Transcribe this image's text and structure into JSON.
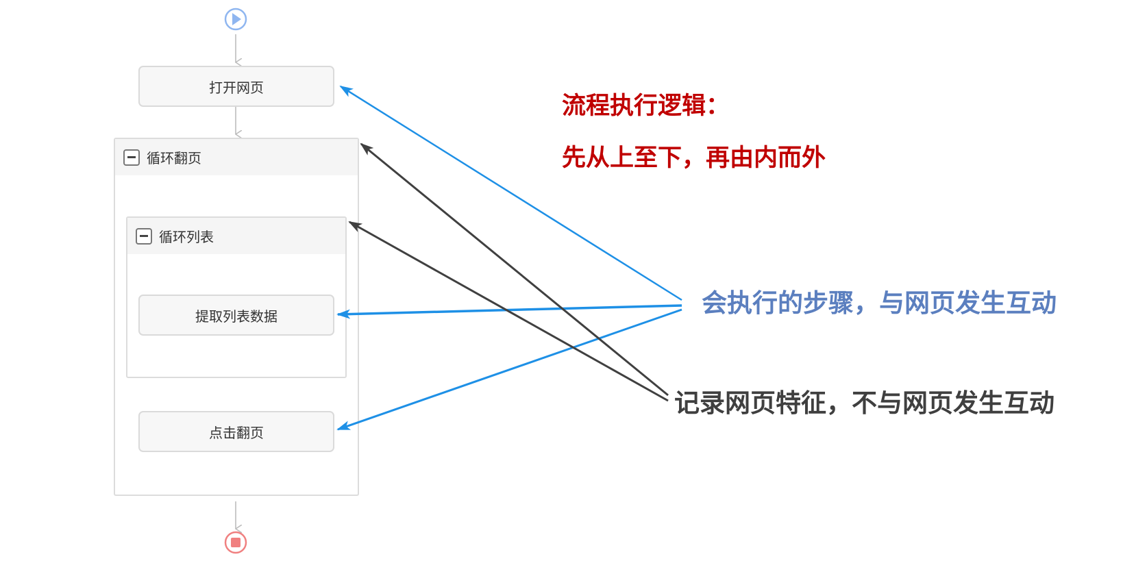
{
  "workflow": {
    "start_icon": "play-icon",
    "end_icon": "stop-icon",
    "steps": {
      "open_page": "打开网页",
      "loop_paging": "循环翻页",
      "loop_list": "循环列表",
      "extract_data": "提取列表数据",
      "click_next": "点击翻页"
    }
  },
  "annotations": {
    "logic_title": "流程执行逻辑：",
    "logic_desc": "先从上至下，再由内而外",
    "interactive_note": "会执行的步骤，与网页发生互动",
    "record_note": "记录网页特征，不与网页发生互动"
  },
  "colors": {
    "logic_text": "#c00000",
    "interactive_text": "#5b7fbf",
    "record_text": "#3f3f3f",
    "blue_arrow": "#1e90e6",
    "dark_arrow": "#404040",
    "start_icon": "#8fb6f0",
    "end_icon": "#f08080"
  }
}
